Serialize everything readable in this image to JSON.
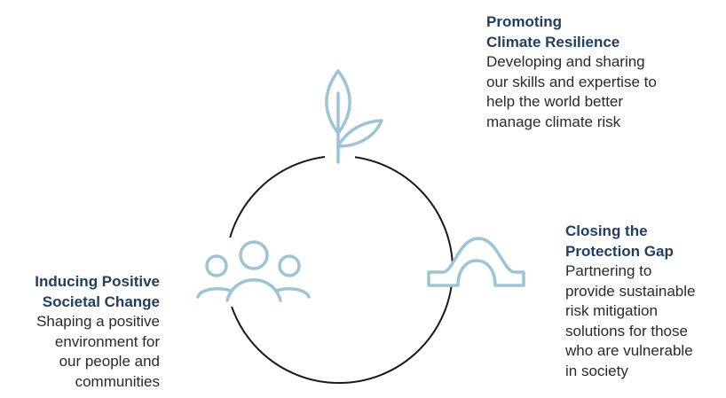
{
  "colors": {
    "title": "#1f3f63",
    "text": "#2a2a2a",
    "circle": "#1a1a1a",
    "icon": "#9cc4d8"
  },
  "icons": {
    "top": "plant-sprout-icon",
    "right": "bridge-icon",
    "left": "people-group-icon"
  },
  "blocks": {
    "top": {
      "title_line1": "Promoting",
      "title_line2": "Climate Resilience",
      "desc_lines": [
        "Developing and sharing",
        "our skills and expertise to",
        "help the world better",
        "manage climate risk"
      ]
    },
    "right": {
      "title_line1": "Closing the",
      "title_line2": "Protection Gap",
      "desc_lines": [
        "Partnering to",
        "provide sustainable",
        "risk mitigation",
        "solutions for those",
        "who are vulnerable",
        "in society"
      ]
    },
    "left": {
      "title_line1": "Inducing Positive",
      "title_line2": "Societal Change",
      "desc_lines": [
        "Shaping a positive",
        "environment for",
        "our people and",
        "communities"
      ]
    }
  }
}
